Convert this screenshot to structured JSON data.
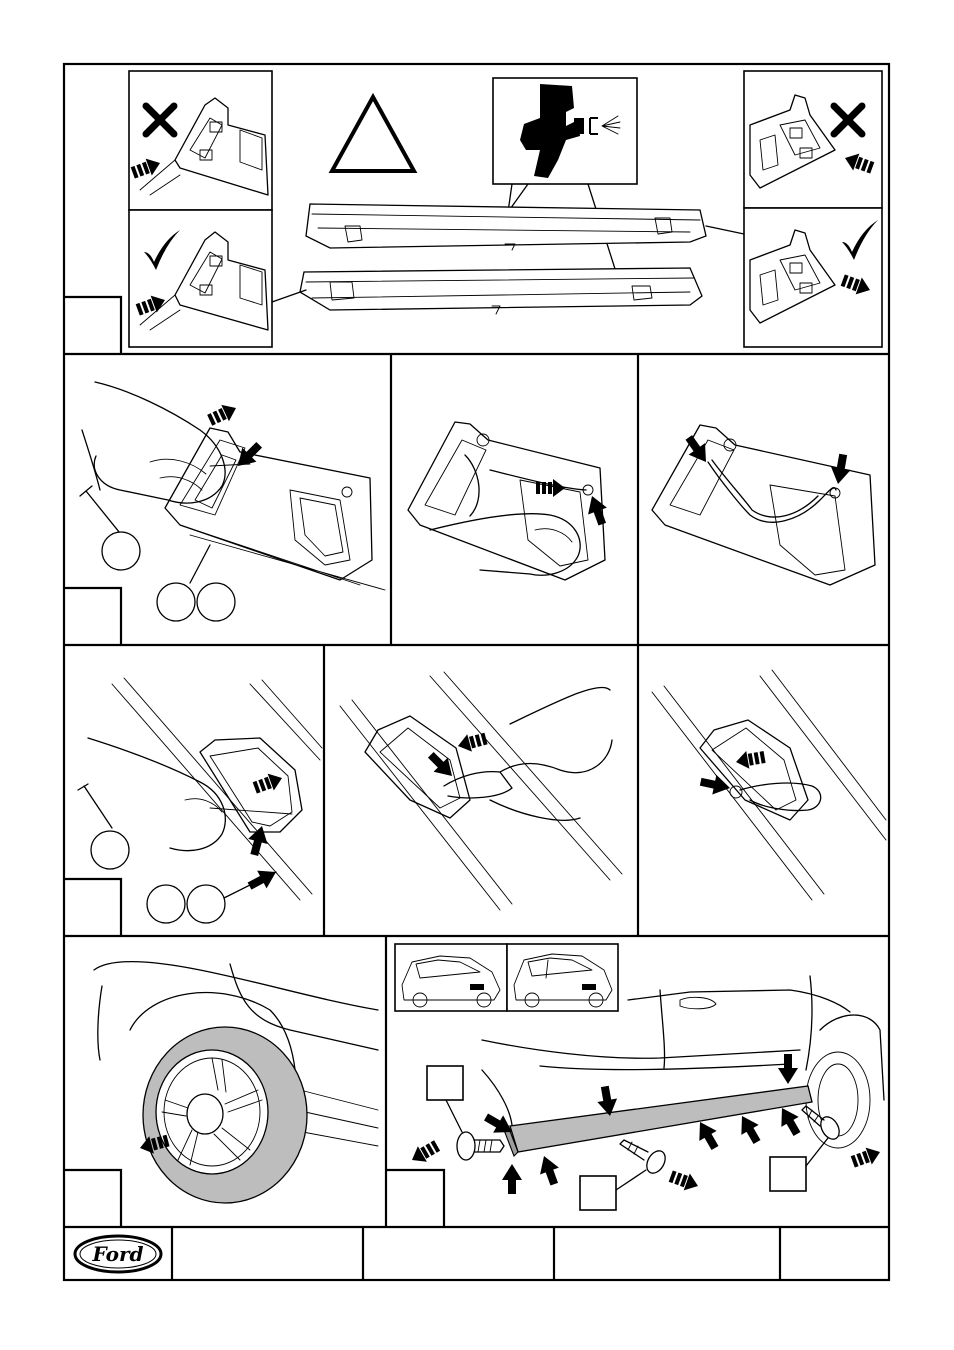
{
  "footer": {
    "logo_text": "Ford",
    "cells": [
      "",
      "",
      "",
      ""
    ]
  },
  "panels": [
    {
      "id": "step-1",
      "number": ""
    },
    {
      "id": "step-2",
      "number": ""
    },
    {
      "id": "step-3",
      "number": ""
    },
    {
      "id": "step-4",
      "number": ""
    },
    {
      "id": "step-5",
      "number": ""
    }
  ],
  "callouts": [
    "",
    "",
    "",
    ""
  ],
  "icons": [
    "warning-triangle-icon",
    "spray-gun-icon",
    "cross-icon",
    "check-icon",
    "arrow-icon"
  ],
  "colors": {
    "line": "#000000",
    "fill_grey": "#bdbdbd",
    "paper": "#ffffff"
  }
}
